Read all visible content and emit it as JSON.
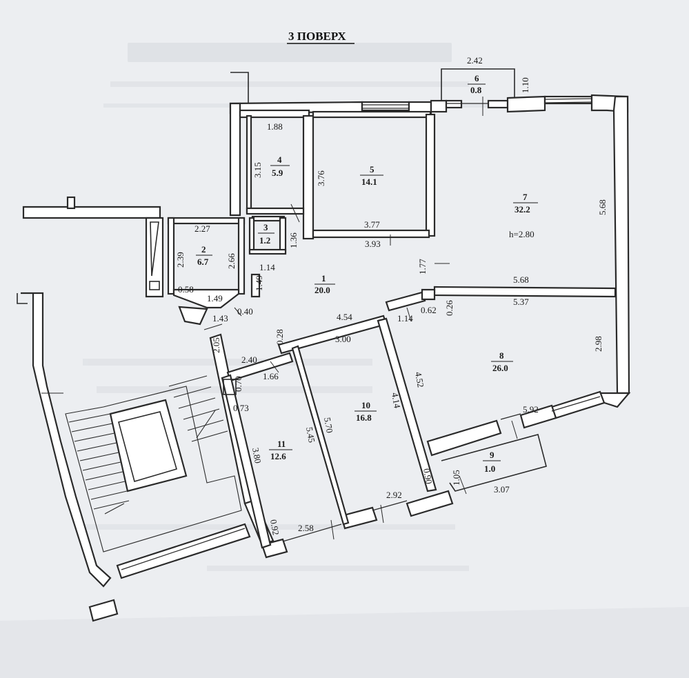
{
  "floor_title": "3 ПОВЕРХ",
  "ceiling_height": "h=2.80",
  "rooms": [
    {
      "num": "1",
      "area": "20.0"
    },
    {
      "num": "2",
      "area": "6.7"
    },
    {
      "num": "3",
      "area": "1.2"
    },
    {
      "num": "4",
      "area": "5.9"
    },
    {
      "num": "5",
      "area": "14.1"
    },
    {
      "num": "6",
      "area": "0.8"
    },
    {
      "num": "7",
      "area": "32.2"
    },
    {
      "num": "8",
      "area": "26.0"
    },
    {
      "num": "9",
      "area": "1.0"
    },
    {
      "num": "10",
      "area": "16.8"
    },
    {
      "num": "11",
      "area": "12.6"
    }
  ],
  "dimensions": {
    "d242": "2.42",
    "d110": "1.10",
    "d188": "1.88",
    "d315": "3.15",
    "d376": "3.76",
    "d568": "5.68",
    "d227": "2.27",
    "d377": "3.77",
    "d136": "1.36",
    "d393": "3.93",
    "d239": "2.39",
    "d266": "2.66",
    "d114a": "1.14",
    "d177": "1.77",
    "d149a": "1.49",
    "d568b": "5.68",
    "d058": "0.58",
    "d149b": "1.49",
    "d026": "0.26",
    "d537": "5.37",
    "d143": "1.43",
    "d040": "0.40",
    "d454": "4.54",
    "d114b": "1.14",
    "d062": "0.62",
    "d300": "3.00",
    "d028": "0.28",
    "d205": "2.05",
    "d298": "2.98",
    "d240": "2.40",
    "d166": "1.66",
    "d070": "0.70",
    "d414": "4.14",
    "d452": "4.52",
    "d073": "0.73",
    "d592": "5.92",
    "d570": "5.70",
    "d545": "5.45",
    "d380": "3.80",
    "d105": "1.05",
    "d307": "3.07",
    "d090": "0.90",
    "d292": "2.92",
    "d092": "0.92",
    "d258": "2.58"
  }
}
